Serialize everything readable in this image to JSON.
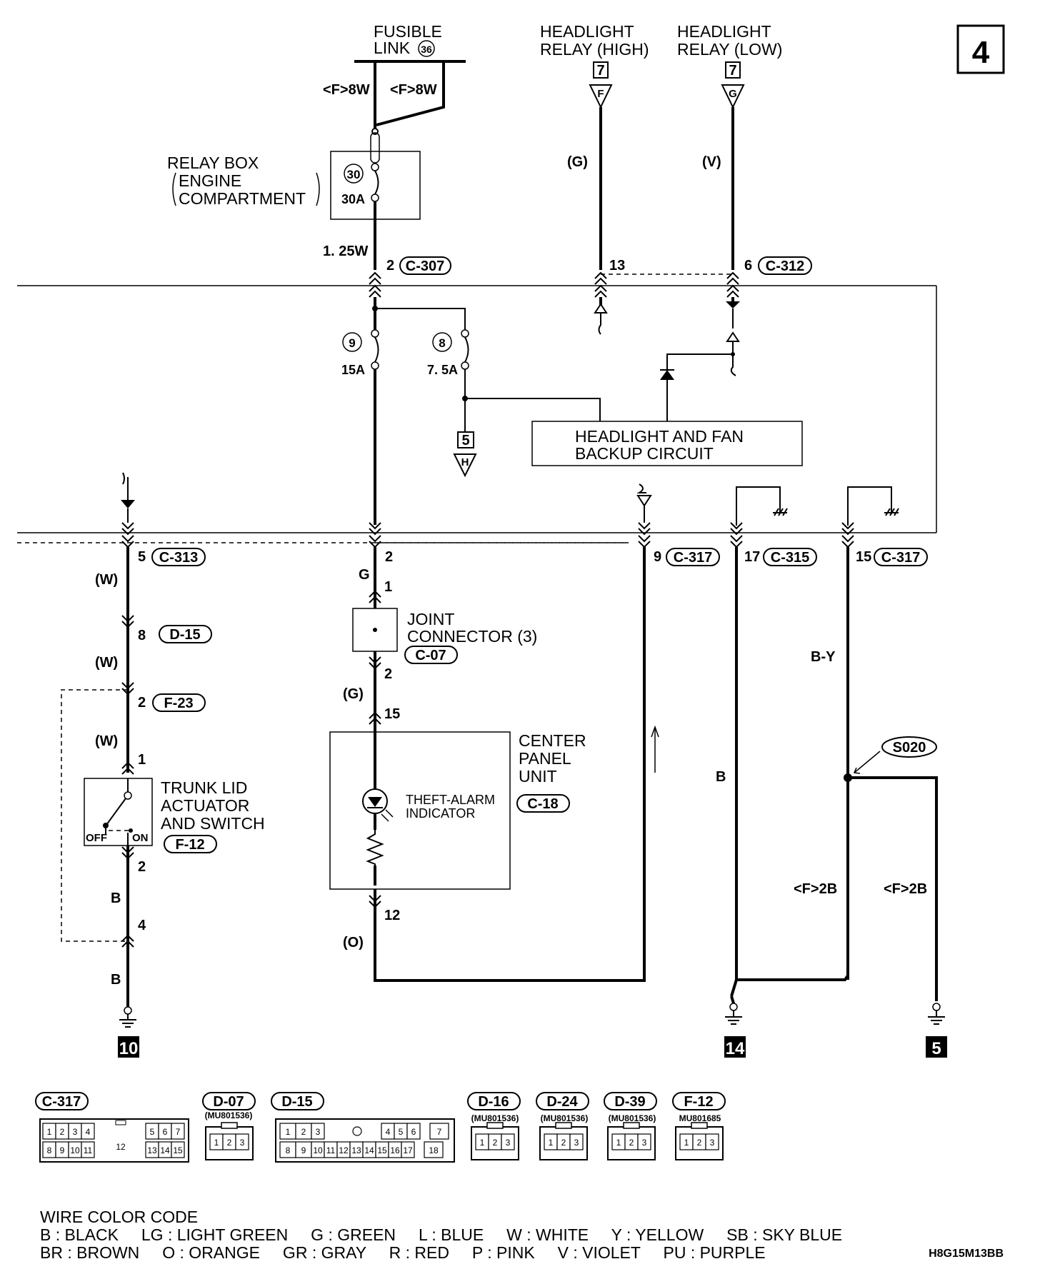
{
  "page_number": "4",
  "diagram_code": "H8G15M13BB",
  "sources": {
    "fusible_link": {
      "line1": "FUSIBLE",
      "line2": "LINK",
      "number": "36"
    },
    "headlight_high": {
      "line1": "HEADLIGHT",
      "line2": "RELAY (HIGH)",
      "ref": "7",
      "letter": "F"
    },
    "headlight_low": {
      "line1": "HEADLIGHT",
      "line2": "RELAY (LOW)",
      "ref": "7",
      "letter": "G"
    },
    "wire_f8w_left": "<F>8W",
    "wire_f8w_right": "<F>8W",
    "wire_g_top": "(G)",
    "wire_v_top": "(V)"
  },
  "relay_box": {
    "line1": "RELAY BOX",
    "line2": "ENGINE",
    "line3": "COMPARTMENT",
    "fuse_number": "30",
    "fuse_rating": "30A",
    "wire": "1. 25W"
  },
  "connectors_top": {
    "c307_pin": "2",
    "c307": "C-307",
    "c312_high_pin": "13",
    "c312_low_pin": "6",
    "c312": "C-312"
  },
  "fuses": {
    "fuse9_number": "9",
    "fuse9_rating": "15A",
    "fuse8_number": "8",
    "fuse8_rating": "7. 5A"
  },
  "ref5": {
    "ref": "5",
    "letter": "H"
  },
  "backup_circuit": {
    "line1": "HEADLIGHT AND FAN",
    "line2": "BACKUP CIRCUIT"
  },
  "connectors_mid": {
    "c313_pin": "5",
    "c313": "C-313",
    "center_pin": "2",
    "c317a_pin": "9",
    "c317a": "C-317",
    "c315_pin": "17",
    "c315": "C-315",
    "c317b_pin": "15",
    "c317b": "C-317"
  },
  "left_branch": {
    "wire_w1": "(W)",
    "d15_pin": "8",
    "d15": "D-15",
    "wire_w2": "(W)",
    "f23_pin": "2",
    "f23": "F-23",
    "wire_w3": "(W)",
    "pin1": "1",
    "trunk_line1": "TRUNK LID",
    "trunk_line2": "ACTUATOR",
    "trunk_line3": "AND SWITCH",
    "f12": "F-12",
    "off": "OFF",
    "on": "ON",
    "pin2": "2",
    "wire_b1": "B",
    "pin4": "4",
    "wire_b2": "B",
    "ground": "10"
  },
  "center_branch": {
    "wire_g1": "G",
    "pin1": "1",
    "joint_line1": "JOINT",
    "joint_line2": "CONNECTOR (3)",
    "c07": "C-07",
    "pin2": "2",
    "wire_g2": "(G)",
    "pin15": "15",
    "cpu_line1": "CENTER",
    "cpu_line2": "PANEL",
    "cpu_line3": "UNIT",
    "c18": "C-18",
    "ind_line1": "THEFT-ALARM",
    "ind_line2": "INDICATOR",
    "pin12": "12",
    "wire_o": "(O)"
  },
  "right_branch": {
    "wire_b": "B",
    "wire_by": "B-Y",
    "splice": "S020",
    "wire_f2b_1": "<F>2B",
    "wire_f2b_2": "<F>2B",
    "ground14": "14",
    "ground5": "5"
  },
  "connector_views": [
    {
      "name": "C-317",
      "part": ""
    },
    {
      "name": "D-07",
      "part": "(MU801536)"
    },
    {
      "name": "D-15",
      "part": ""
    },
    {
      "name": "D-16",
      "part": "(MU801536)"
    },
    {
      "name": "D-24",
      "part": "(MU801536)"
    },
    {
      "name": "D-39",
      "part": "(MU801536)"
    },
    {
      "name": "F-12",
      "part": "MU801685"
    }
  ],
  "c317_pins": {
    "top": [
      "1",
      "2",
      "3",
      "4",
      "5",
      "6",
      "7"
    ],
    "bottom": [
      "8",
      "9",
      "10",
      "11",
      "13",
      "14",
      "15"
    ],
    "center": "12"
  },
  "d15_pins": {
    "top": [
      "1",
      "2",
      "3",
      "4",
      "5",
      "6",
      "7"
    ],
    "bottom": [
      "8",
      "9",
      "10",
      "11",
      "12",
      "13",
      "14",
      "15",
      "16",
      "17",
      "18"
    ]
  },
  "three_pins": [
    "1",
    "2",
    "3"
  ],
  "wire_color_code": {
    "title": "WIRE COLOR CODE",
    "row1": "B : BLACK     LG : LIGHT GREEN     G : GREEN     L : BLUE     W : WHITE     Y : YELLOW     SB : SKY BLUE",
    "row2": "BR : BROWN     O : ORANGE     GR : GRAY     R : RED     P : PINK     V : VIOLET     PU : PURPLE"
  }
}
